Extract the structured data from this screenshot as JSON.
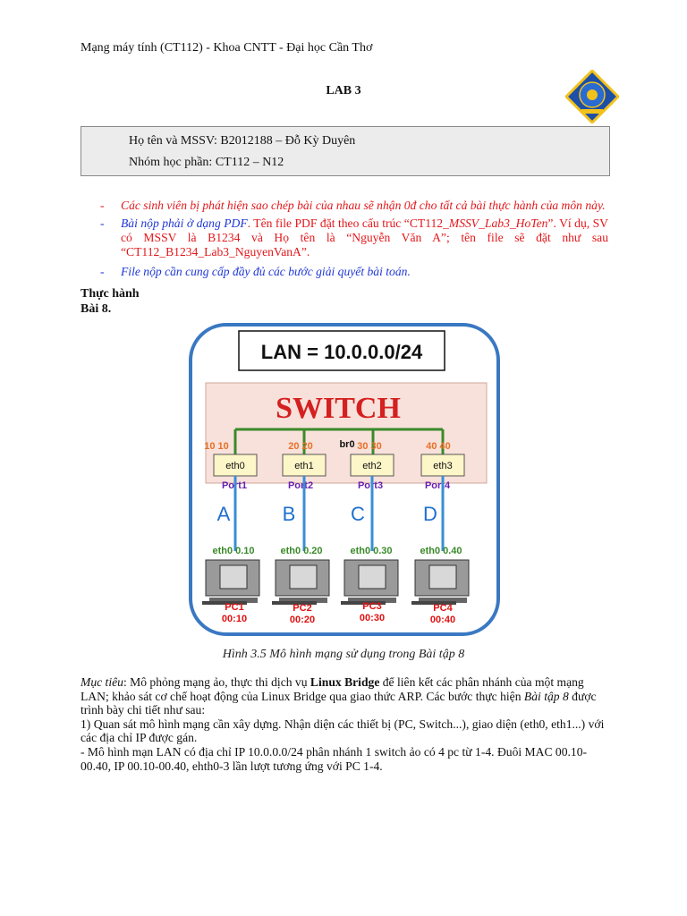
{
  "header": "Mạng máy tính (CT112) - Khoa CNTT - Đại học Cần Thơ",
  "lab_title": "LAB 3",
  "info": {
    "student": "Họ tên và MSSV: B2012188 – Đỗ Kỳ Duyên",
    "group": "Nhóm học phần: CT112 – N12"
  },
  "rules": {
    "r1": "Các sinh viên bị phát hiện sao chép bài của nhau sẽ nhận 0đ cho tất cả bài thực hành của môn này.",
    "r2_a": "Bài nộp phải ở dạng PDF",
    "r2_b": ". Tên file PDF đặt theo cấu trúc “CT112_",
    "r2_c": "MSSV_Lab3_HoTen",
    "r2_d": "”. Ví dụ, SV có MSSV là B1234 và Họ tên là “Nguyễn Văn A”; tên file sẽ đặt như sau “CT112_B1234_Lab3_NguyenVanA”.",
    "r3": "File nộp cần cung cấp đầy đủ các bước giải quyết bài toán."
  },
  "section_title": "Thực hành",
  "exercise_title": "Bài 8.",
  "diagram": {
    "lan_label": "LAN = 10.0.0.0/24",
    "switch_label": "SWITCH",
    "bridge_label": "br0",
    "vlan_tags": [
      "10 10",
      "20 20",
      "30 30",
      "40 40"
    ],
    "interfaces": [
      "eth0",
      "eth1",
      "eth2",
      "eth3"
    ],
    "ports": [
      "Port1",
      "Port2",
      "Port3",
      "Port4"
    ],
    "links": [
      "A",
      "B",
      "C",
      "D"
    ],
    "pc_ifaces": [
      "eth0 0.10",
      "eth0 0.20",
      "eth0 0.30",
      "eth0 0.40"
    ],
    "pc_names": [
      "PC1",
      "PC2",
      "PC3",
      "PC4"
    ],
    "pc_macs": [
      "00:10",
      "00:20",
      "00:30",
      "00:40"
    ],
    "colors": {
      "border": "#3a78c2",
      "switch_bg": "#f8e1da",
      "switch_text": "#d42020",
      "bridge": "#3a8a2a",
      "orange": "#e8702a",
      "iface_bg": "#fdf6c8",
      "port_text": "#6b1fb0",
      "link": "#3a8ed6",
      "pc_text": "#e01010"
    }
  },
  "caption": "Hình 3.5 Mô hình mạng sử dụng trong Bài tập 8",
  "body": {
    "p1_a": "Mục tiêu",
    "p1_b": ": Mô phỏng mạng ảo, thực thi dịch vụ ",
    "p1_c": "Linux Bridge",
    "p1_d": " để liên kết các phân nhánh của một mạng LAN; khảo sát cơ chế hoạt động của Linux Bridge qua giao thức ARP. Các bước thực hiện ",
    "p1_e": "Bài tập 8",
    "p1_f": " được trình bày chi tiết như sau:",
    "p2": "1) Quan sát mô hình mạng cần xây dựng. Nhận diện các thiết bị (PC, Switch...), giao diện (eth0, eth1...) với các địa chỉ IP được gán.",
    "p3": "- Mô hình mạn LAN có địa chỉ IP 10.0.0.0/24 phân nhánh 1 switch ảo có 4 pc từ 1-4. Đuôi MAC 00.10-00.40, IP 00.10-00.40, ehth0-3 lần lượt tương ứng với PC 1-4."
  }
}
